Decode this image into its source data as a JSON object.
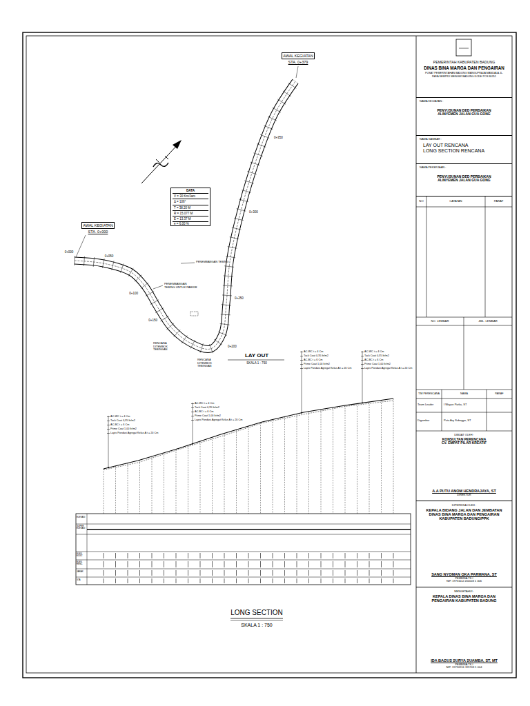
{
  "diagram": {
    "nodes": [
      {
        "text": [
          "AWAL KEGIATAN",
          "STA. 0+379"
        ]
      },
      {
        "text": [
          "DATA",
          "V = 30 Km/Jam",
          "Δ = 106°",
          "T = 38.20 M",
          "R = 15.077 M",
          "E = 13.37 M",
          "e = 6.00 %"
        ]
      },
      {
        "text": [
          "AWAL KEGIATAN",
          "STA. 0+000"
        ]
      },
      {
        "text": [
          "PEMERINTAH KABUPATEN BADUNG",
          "DINAS BINA MARGA DAN PENGAIRAN",
          "PUSAT PEMERINTAHAN BADUNG MANGUPRAJA MANDALA JL. RAYA SEMPIDI MENGWI BADUNG KODE POS 80351"
        ]
      },
      {
        "text": [
          "NAMA KEGIATAN :",
          "PENYUSUNAN DED PERBAIKAN ALINYEMEN JALAN GUA GONG"
        ]
      },
      {
        "text": [
          "NAMA GAMBAR :",
          "LAY OUT RENCANA",
          "LONG SECTION RENCANA"
        ]
      },
      {
        "text": [
          "NAMA PEKERJAAN :",
          "PENYUSUNAN DED PERBAIKAN ALINYEMEN JALAN GUA GONG"
        ]
      },
      {
        "text": [
          "DIBUAT OLEH :",
          "KONSULTAN PERENCANA",
          "CV. EMPAT PILAR KREATIF",
          "A.A PUTU ANOM HENDRAJAYA, ST",
          "DIREKTUR"
        ]
      },
      {
        "text": [
          "DIPERIKSA OLEH :",
          "KEPALA BIDANG JALAN DAN JEMBATAN DINAS BINA MARGA DAN PENGAIRAN KABUPATEN BADUNG/PPK",
          "SANG NYOMAN OKA PARMANA, ST",
          "PEMBINA TK.I",
          "NIP. 19731112 200003 1 006"
        ]
      },
      {
        "text": [
          "MENGETAHUI :",
          "KEPALA DINAS BINA MARGA DAN PENGAIRAN KABUPATEN BADUNG",
          "IDA BAGUS SURYA SUAMBA, ST, MT",
          "PEMBINA TK.I",
          "NIP. 19720916 199703 1 004"
        ]
      }
    ],
    "labels": [
      "LAY OUT",
      "SKALA 1 : 750",
      "LONG SECTION",
      "SKALA 1 : 750",
      "PENEMBANGAN TEBING UNTUK PARKIR",
      "PENEMBANGAN TEBING",
      "RENCANA DITEMBOK TEBINGAN",
      "RENCANA DITEMBOK TEBINGAN",
      "NO",
      "CATATAN",
      "PARAF",
      "NO. LEMBAR",
      "JML. LEMBAR",
      "TIM PERENCANA",
      "NAMA",
      "PARAF",
      "Team Leader",
      "I Wayan Parka, ST",
      "Digambar",
      "Putu Ary Subagyo, ST",
      "AC-WC t = 4 Cm",
      "Tack Coat 0,35 ltr/m2",
      "AC-BC t = 6 Cm",
      "Prime Coat 1,00 ltr/m2",
      "Lapis Pondasi Agregat Kelas A t = 20 Cm",
      "AC-WC t = 4 Cm",
      "Tack Coat 0,35 ltr/m2",
      "AC-BC t = 6 Cm",
      "Prime Coat 1,00 ltr/m2",
      "Lapis Pondasi Agregat Kelas A t = 20 Cm",
      "AC-WC t = 4 Cm",
      "Tack Coat 0,35 ltr/m2",
      "AC-BC t = 6 Cm",
      "Prime Coat 1,00 ltr/m2",
      "Lapis Pondasi Agregat Kelas A t = 20 Cm",
      "AC-WC t = 4 Cm",
      "Tack Coat 0,35 ltr/m2",
      "AC-BC t = 6 Cm",
      "Prime Coat 1,00 ltr/m2",
      "Lapis Pondasi Agregat Kelas A t = 20 Cm",
      "ELEVASI",
      "SUPER ELEVASI",
      "ELEV. EXIST",
      "ELEV. RENC",
      "JARAK",
      "STA",
      "0+000",
      "0+050",
      "0+100",
      "0+150",
      "0+200",
      "0+250",
      "0+300",
      "0+350"
    ]
  }
}
